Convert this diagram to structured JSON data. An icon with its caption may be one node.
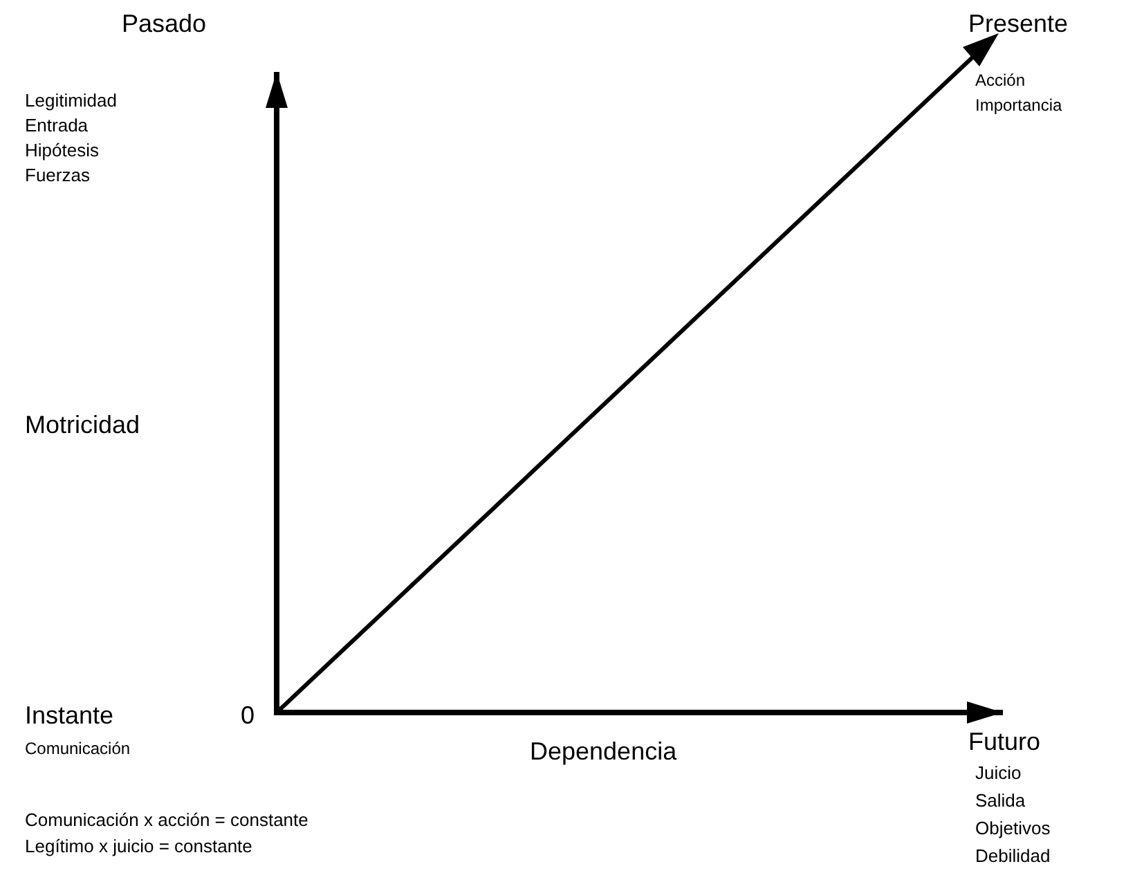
{
  "diagram": {
    "labels": [
      "Pasado",
      "Presente",
      "Legitimidad",
      "Entrada",
      "Hipótesis",
      "Fuerzas",
      "Acción",
      "Importancia",
      "Motricidad",
      "Instante",
      "0",
      "Comunicación",
      "Dependencia",
      "Futuro",
      "Juicio",
      "Salida",
      "Objetivos",
      "Debilidad",
      "Comunicación x acción = constante",
      "Legítimo x juicio = constante"
    ]
  }
}
